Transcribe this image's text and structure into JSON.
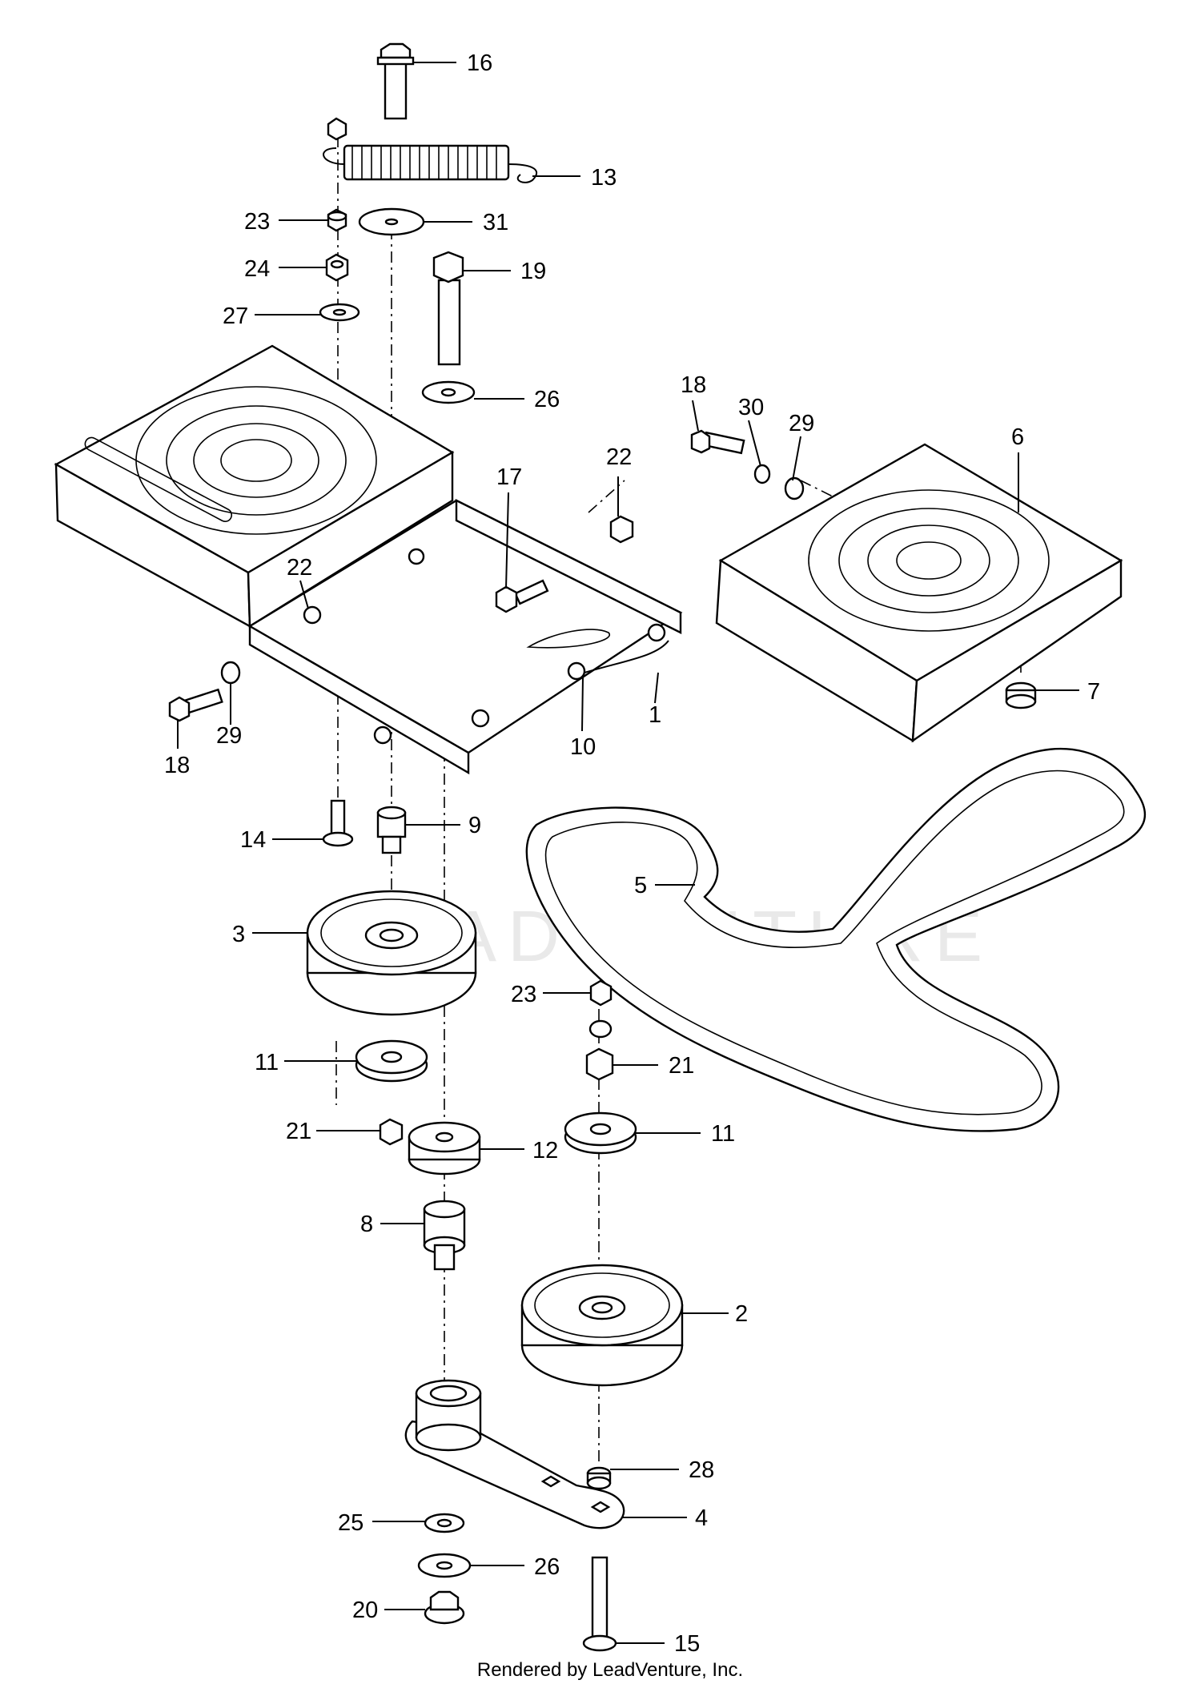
{
  "diagram": {
    "watermark": "ADVENTURE",
    "credit": "Rendered by LeadVenture, Inc.",
    "callouts": [
      {
        "id": "c16a",
        "label": "16"
      },
      {
        "id": "c13",
        "label": "13"
      },
      {
        "id": "c23a",
        "label": "23"
      },
      {
        "id": "c31",
        "label": "31"
      },
      {
        "id": "c24",
        "label": "24"
      },
      {
        "id": "c19",
        "label": "19"
      },
      {
        "id": "c27",
        "label": "27"
      },
      {
        "id": "c26a",
        "label": "26"
      },
      {
        "id": "c18a",
        "label": "18"
      },
      {
        "id": "c30",
        "label": "30"
      },
      {
        "id": "c29a",
        "label": "29"
      },
      {
        "id": "c6",
        "label": "6"
      },
      {
        "id": "c22a",
        "label": "22"
      },
      {
        "id": "c17",
        "label": "17"
      },
      {
        "id": "c22b",
        "label": "22"
      },
      {
        "id": "c7",
        "label": "7"
      },
      {
        "id": "c1",
        "label": "1"
      },
      {
        "id": "c10",
        "label": "10"
      },
      {
        "id": "c18b",
        "label": "18"
      },
      {
        "id": "c29b",
        "label": "29"
      },
      {
        "id": "c14",
        "label": "14"
      },
      {
        "id": "c9",
        "label": "9"
      },
      {
        "id": "c5",
        "label": "5"
      },
      {
        "id": "c3",
        "label": "3"
      },
      {
        "id": "c23b",
        "label": "23"
      },
      {
        "id": "c11a",
        "label": "11"
      },
      {
        "id": "c21a",
        "label": "21"
      },
      {
        "id": "c21b",
        "label": "21"
      },
      {
        "id": "c12",
        "label": "12"
      },
      {
        "id": "c11b",
        "label": "11"
      },
      {
        "id": "c8",
        "label": "8"
      },
      {
        "id": "c2",
        "label": "2"
      },
      {
        "id": "c28",
        "label": "28"
      },
      {
        "id": "c4",
        "label": "4"
      },
      {
        "id": "c25",
        "label": "25"
      },
      {
        "id": "c26b",
        "label": "26"
      },
      {
        "id": "c20",
        "label": "20"
      },
      {
        "id": "c15",
        "label": "15"
      }
    ]
  }
}
